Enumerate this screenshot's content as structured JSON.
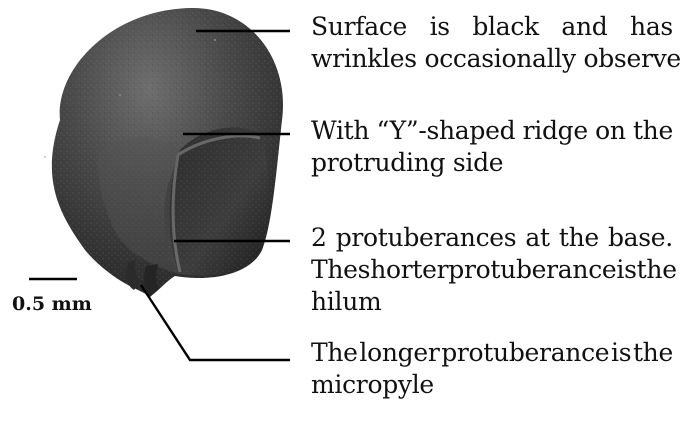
{
  "figure": {
    "callouts": [
      {
        "id": "surface",
        "lines": [
          "Surface is black and has",
          "wrinkles occasionally observed"
        ]
      },
      {
        "id": "ridge",
        "lines": [
          "With “Y”-shaped ridge on the",
          "protruding side"
        ]
      },
      {
        "id": "protuberances",
        "lines": [
          "2 protuberances at the base.",
          "The shorter protuberance is the",
          "hilum"
        ]
      },
      {
        "id": "micropyle",
        "lines": [
          "The longer protuberance is the",
          "micropyle"
        ]
      }
    ],
    "scale_bar": {
      "label": "0.5 mm"
    },
    "colors": {
      "seed_dark": "#1a1a1a",
      "seed_mid": "#3c3c3c",
      "seed_light": "#6e6e6e",
      "leader_line": "#000000",
      "text": "#111111",
      "background": "#ffffff"
    }
  }
}
